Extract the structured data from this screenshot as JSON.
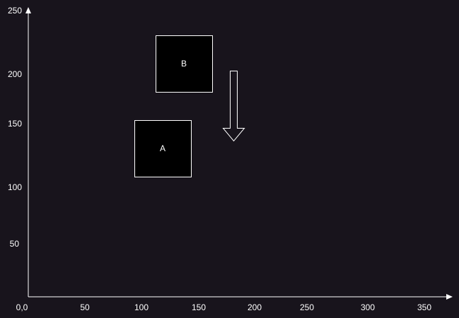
{
  "colors": {
    "background": "#18141c",
    "stroke": "#ffffff",
    "box_fill": "#000000",
    "text": "#ffffff"
  },
  "axes": {
    "origin_label": "0,0",
    "x_ticks": [
      "50",
      "100",
      "150",
      "200",
      "250",
      "300",
      "350"
    ],
    "y_ticks": [
      "250",
      "200",
      "150",
      "100",
      "50"
    ]
  },
  "boxes": [
    {
      "label": "A"
    },
    {
      "label": "B"
    }
  ],
  "arrow": {
    "direction": "down",
    "icon": "down-arrow-icon"
  }
}
